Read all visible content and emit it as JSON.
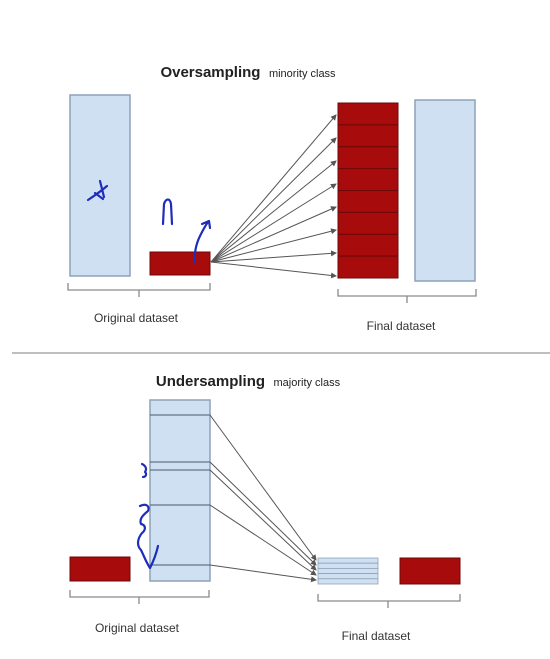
{
  "colors": {
    "majority_fill": "#cfe0f3",
    "majority_stroke": "#8ea2b8",
    "minority_fill": "#a80b0b",
    "minority_stroke": "#6d0808",
    "arrow": "#555555",
    "brace": "#8a8a8a",
    "divider": "#aaaaaa",
    "ink": "#1f2dbb",
    "text": "#222222"
  },
  "oversampling": {
    "title_bold": "Oversampling",
    "title_rest": "minority class",
    "left_label": "Original dataset",
    "right_label": "Final dataset"
  },
  "undersampling": {
    "title_bold": "Undersampling",
    "title_rest": "majority class",
    "left_label": "Original dataset",
    "right_label": "Final dataset"
  }
}
